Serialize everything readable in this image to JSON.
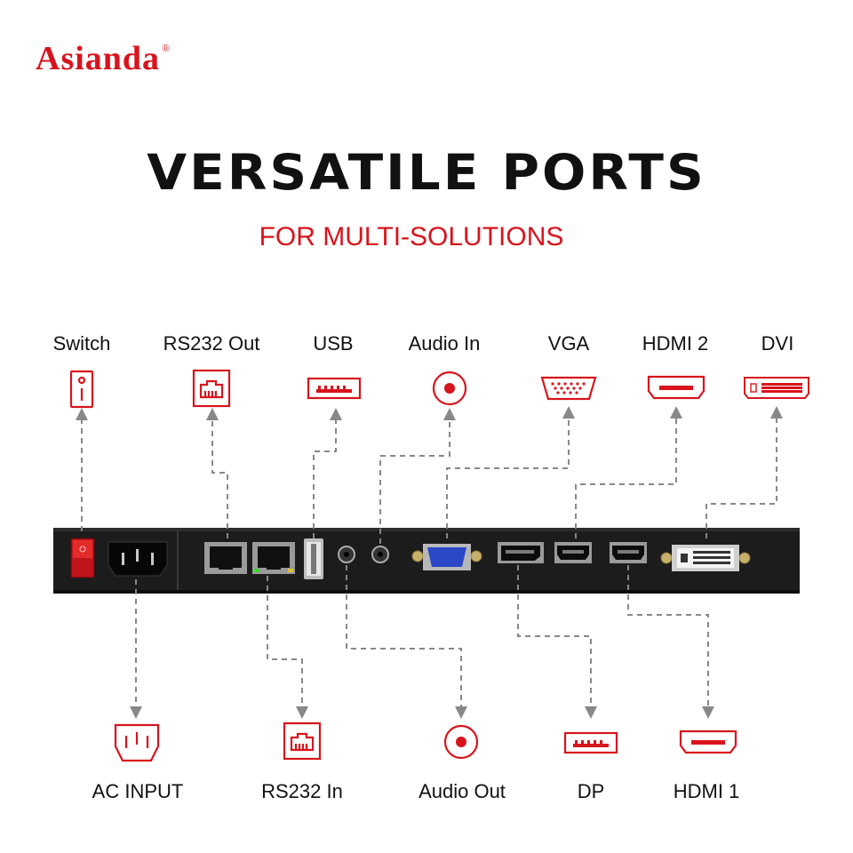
{
  "brand": {
    "name": "Asianda",
    "mark": "®"
  },
  "title": "VERSATILE PORTS",
  "subtitle": "FOR MULTI-SOLUTIONS",
  "colors": {
    "accent": "#d8141d",
    "panel": "#1c1c1c",
    "dash": "#888888"
  },
  "top_ports": [
    {
      "label": "Switch",
      "icon": "rocker-switch-icon"
    },
    {
      "label": "RS232 Out",
      "icon": "rj45-port-icon"
    },
    {
      "label": "USB",
      "icon": "usb-port-icon"
    },
    {
      "label": "Audio In",
      "icon": "audio-jack-icon"
    },
    {
      "label": "VGA",
      "icon": "vga-port-icon"
    },
    {
      "label": "HDMI 2",
      "icon": "hdmi-port-icon"
    },
    {
      "label": "DVI",
      "icon": "dvi-port-icon"
    }
  ],
  "bottom_ports": [
    {
      "label": "AC INPUT",
      "icon": "ac-inlet-icon"
    },
    {
      "label": "RS232 In",
      "icon": "rj45-port-icon"
    },
    {
      "label": "Audio Out",
      "icon": "audio-jack-icon"
    },
    {
      "label": "DP",
      "icon": "displayport-icon"
    },
    {
      "label": "HDMI 1",
      "icon": "hdmi-port-icon"
    }
  ]
}
